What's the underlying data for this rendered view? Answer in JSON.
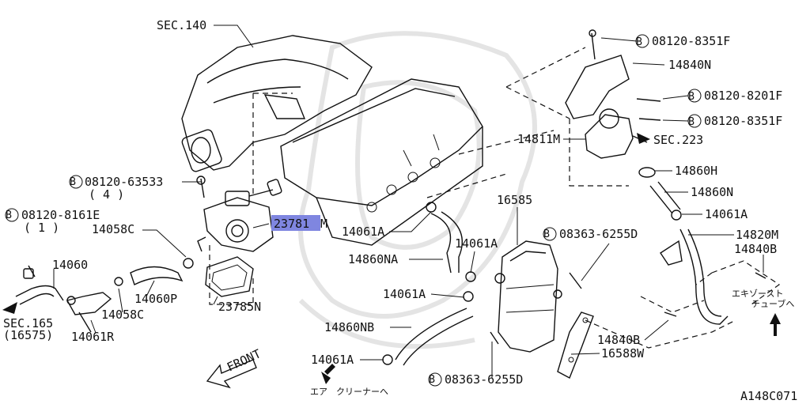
{
  "diagram": {
    "title_code": "A148C071",
    "highlighted_part": "23781M",
    "labels": {
      "sec140": "SEC.140",
      "b_08120_8351F_top": "08120-8351F",
      "p14840N": "14840N",
      "b_08120_8201F": "08120-8201F",
      "b_08120_8351F_mid": "08120-8351F",
      "p14811M": "14811M",
      "sec223": "SEC.223",
      "p14860H": "14860H",
      "p14860N": "14860N",
      "p14061A_right": "14061A",
      "p14820M": "14820M",
      "p14840B_top": "14840B",
      "b_08363_6255D_top": "08363-6255D",
      "p16585": "16585",
      "b_08120_63533": "08120-63533",
      "qty4": "( 4 )",
      "b_08120_8161E": "08120-8161E",
      "qty1": "( 1 )",
      "p14058C_top": "14058C",
      "p23781M_suffix": "M",
      "p23781": "23781",
      "p14060": "14060",
      "p14060P": "14060P",
      "p14058C_bot": "14058C",
      "p23785N": "23785N",
      "sec165": "SEC.165",
      "sec165_sub": "(16575)",
      "p14061R": "14061R",
      "p14061A_left": "14061A",
      "p14860NA": "14860NA",
      "p14061A_c1": "14061A",
      "p14061A_c2": "14061A",
      "p14860NB": "14860NB",
      "p14061A_c3": "14061A",
      "p14840B_bot": "14840B",
      "p16588W": "16588W",
      "b_08363_6255D_bot": "08363-6255D",
      "exhaust_line1": "エキゾースト",
      "exhaust_line2": "チューブへ",
      "air_cleaner": "エア　クリーナーへ",
      "front": "FRONT",
      "bolt_symbol": "B"
    }
  }
}
